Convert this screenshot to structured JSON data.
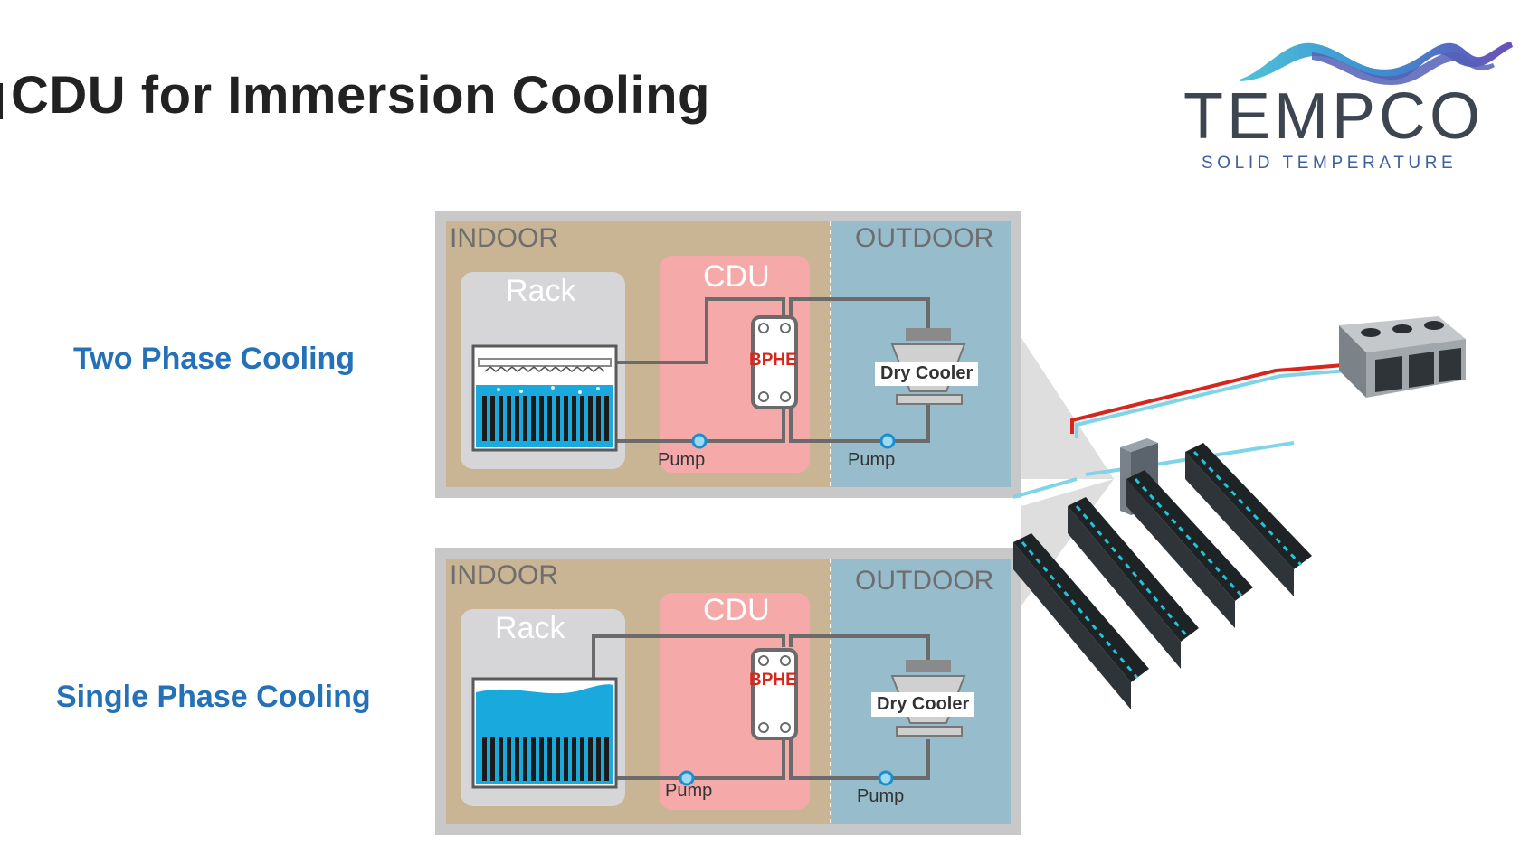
{
  "title": "CDU for Immersion Cooling",
  "logo": {
    "name": "TEMPCO",
    "tagline": "SOLID TEMPERATURE"
  },
  "colors": {
    "title": "#222222",
    "phase_label": "#2571b8",
    "indoor_bg": "#c9b594",
    "outdoor_bg": "#97bccc",
    "cdu_bg": "#f5a9a9",
    "rack_bg": "#d6d6d8",
    "coolant": "#1aa9dc",
    "pipe": "#6b6b6b",
    "bphe_text": "#d8261c",
    "hot_line": "#d8261c",
    "cold_line": "#7fd4ea"
  },
  "panels": [
    {
      "phase_label": "Two Phase Cooling",
      "indoor": "INDOOR",
      "outdoor": "OUTDOOR",
      "rack": "Rack",
      "cdu": "CDU",
      "bphe": "BPHE",
      "dry_cooler": "Dry Cooler",
      "pump_left": "Pump",
      "pump_right": "Pump"
    },
    {
      "phase_label": "Single Phase Cooling",
      "indoor": "INDOOR",
      "outdoor": "OUTDOOR",
      "rack": "Rack",
      "cdu": "CDU",
      "bphe": "BPHE",
      "dry_cooler": "Dry Cooler",
      "pump_left": "Pump",
      "pump_right": "Pump"
    }
  ]
}
